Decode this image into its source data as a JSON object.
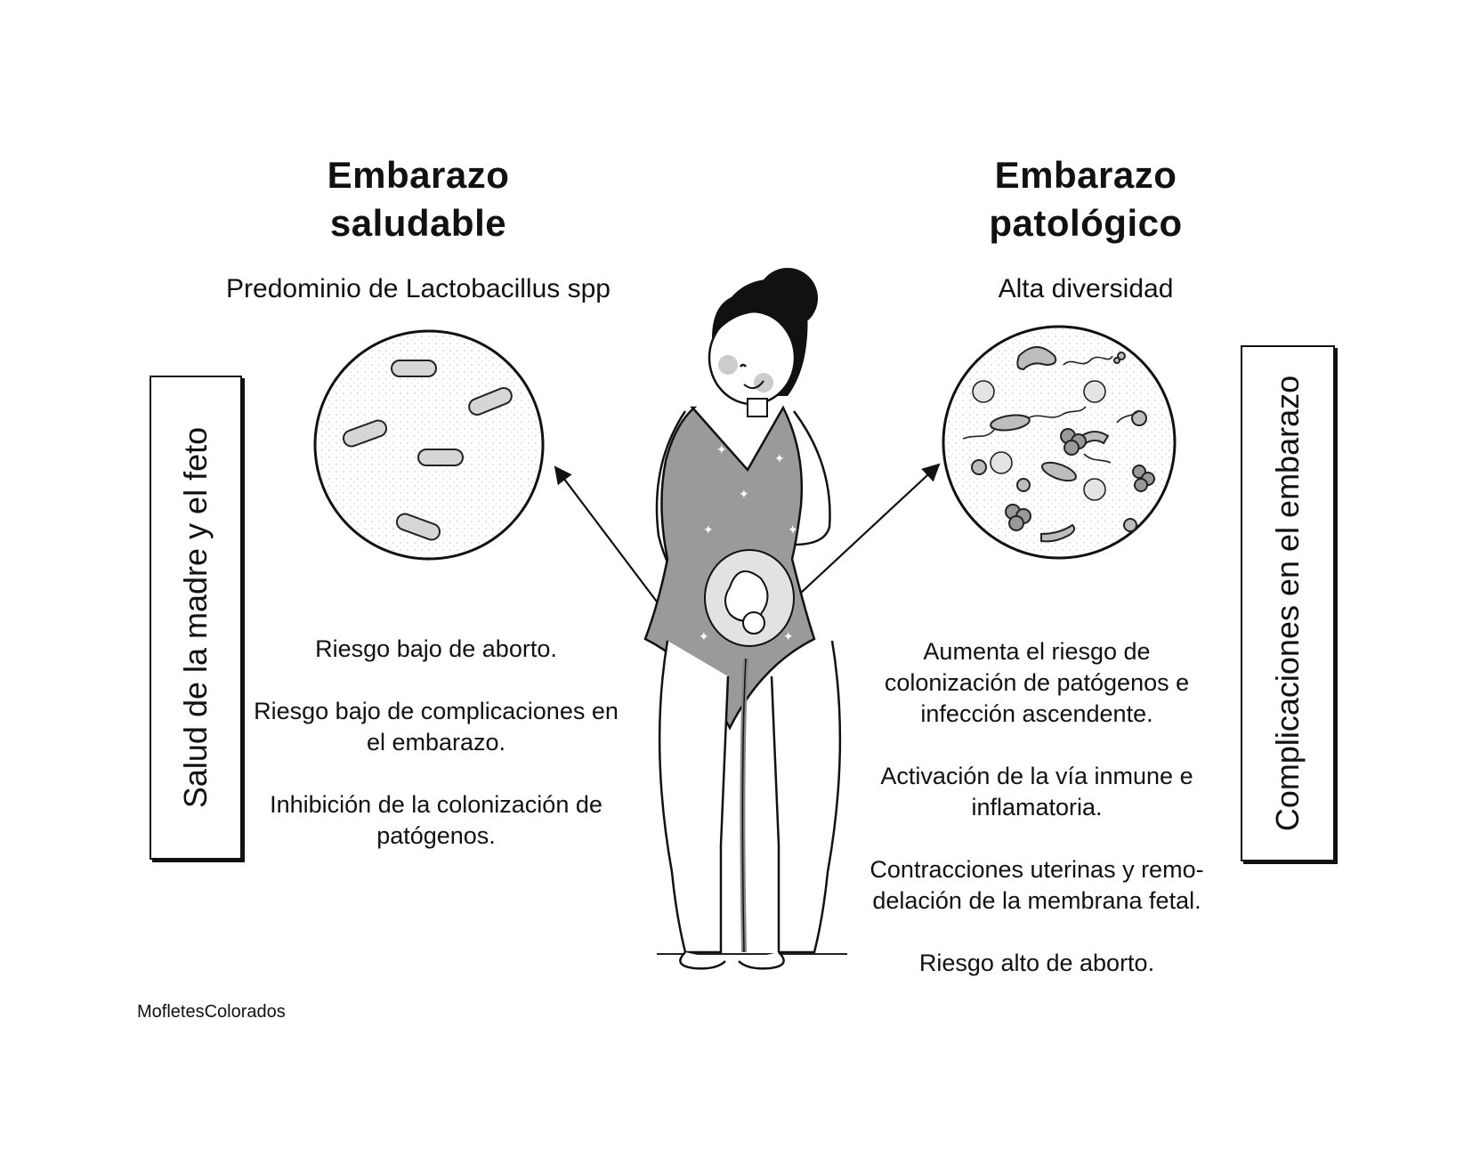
{
  "left": {
    "title_line1": "Embarazo",
    "title_line2": "saludable",
    "subtitle": "Predominio de Lactobacillus spp",
    "side_label": "Salud de la madre y el feto",
    "items": [
      "Riesgo bajo de aborto.",
      "Riesgo bajo de complicaciones en el embarazo.",
      "Inhibición de la colonización de patógenos."
    ]
  },
  "right": {
    "title_line1": "Embarazo",
    "title_line2": "patológico",
    "subtitle": "Alta diversidad",
    "side_label": "Complicaciones en el embarazo",
    "items": [
      "Aumenta el riesgo de colonización de patógenos e infección ascendente.",
      "Activación de la vía inmune e inflamatoria.",
      "Contracciones uterinas y remo-delación de la membrana fetal.",
      "Riesgo alto de aborto."
    ]
  },
  "credit": "MofletesColorados",
  "icons": {
    "healthy_microbiome": "lactobacillus-circle-icon",
    "diverse_microbiome": "diverse-microbes-circle-icon",
    "figure": "pregnant-woman-illustration"
  }
}
